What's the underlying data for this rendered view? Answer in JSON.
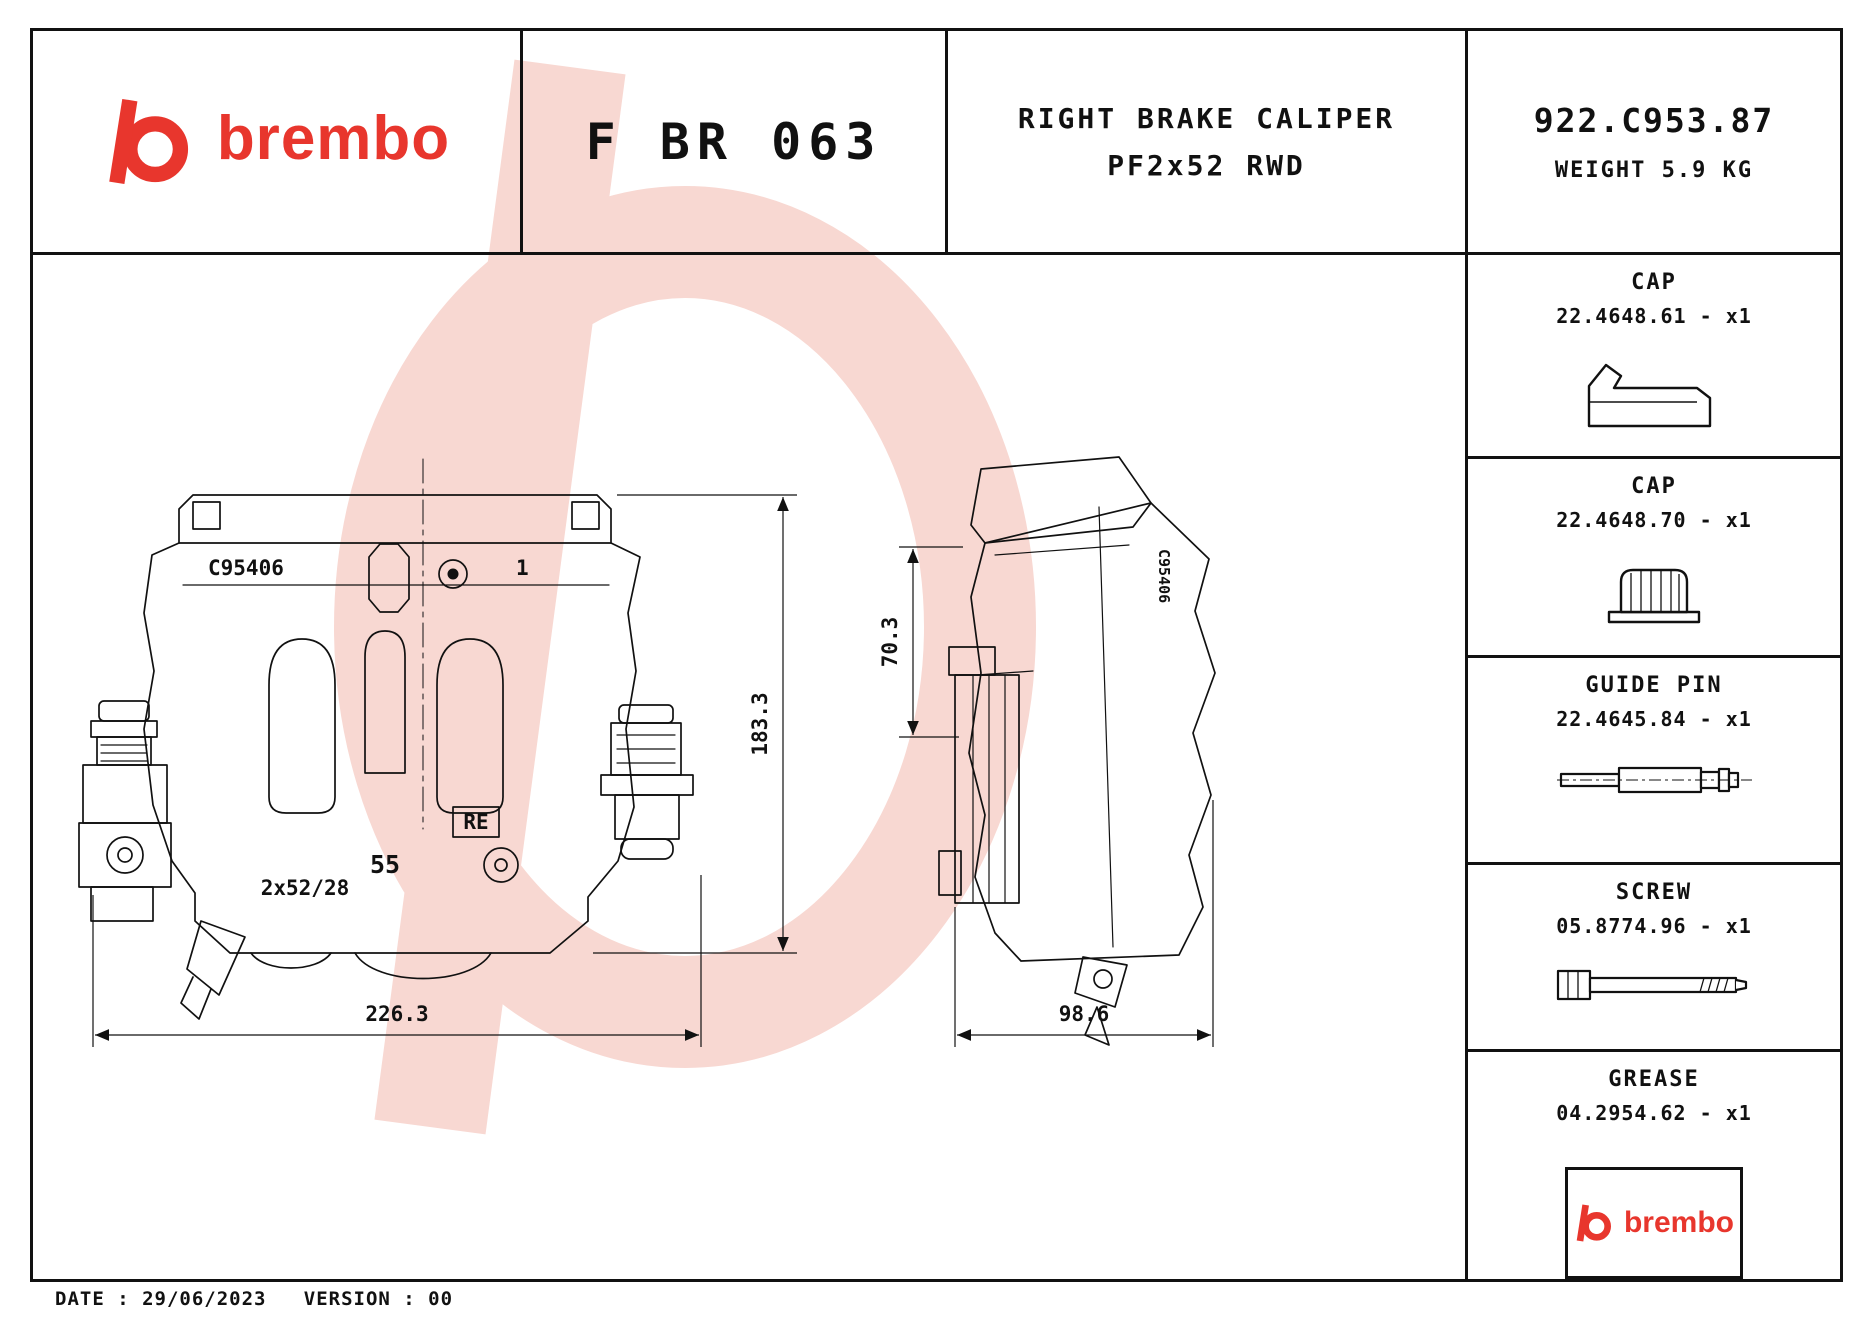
{
  "header": {
    "brand": "brembo",
    "part_code": "F BR 063",
    "title_line1": "RIGHT BRAKE CALIPER",
    "title_line2": "PF2x52 RWD",
    "part_number": "922.C953.87",
    "weight": "WEIGHT 5.9 KG"
  },
  "drawing": {
    "front_view": {
      "casting_number": "C95406",
      "pad_position": "1",
      "re_mark": "RE",
      "dim_55": "55",
      "piston_spec": "2x52/28",
      "dim_height": "183.3",
      "dim_width": "226.3"
    },
    "side_view": {
      "casting_number": "C95406",
      "dim_depth": "70.3",
      "dim_width": "98.6"
    }
  },
  "parts": [
    {
      "name": "CAP",
      "code": "22.4648.61 - x1"
    },
    {
      "name": "CAP",
      "code": "22.4648.70 - x1"
    },
    {
      "name": "GUIDE PIN",
      "code": "22.4645.84 - x1"
    },
    {
      "name": "SCREW",
      "code": "05.8774.96 - x1"
    },
    {
      "name": "GREASE",
      "code": "04.2954.62 - x1",
      "brand": "brembo"
    }
  ],
  "footer": {
    "date_version": "DATE : 29/06/2023   VERSION : 00"
  },
  "colors": {
    "brand_red": "#e8362d",
    "watermark_pink": "#f8d8d2",
    "line_black": "#111111"
  }
}
